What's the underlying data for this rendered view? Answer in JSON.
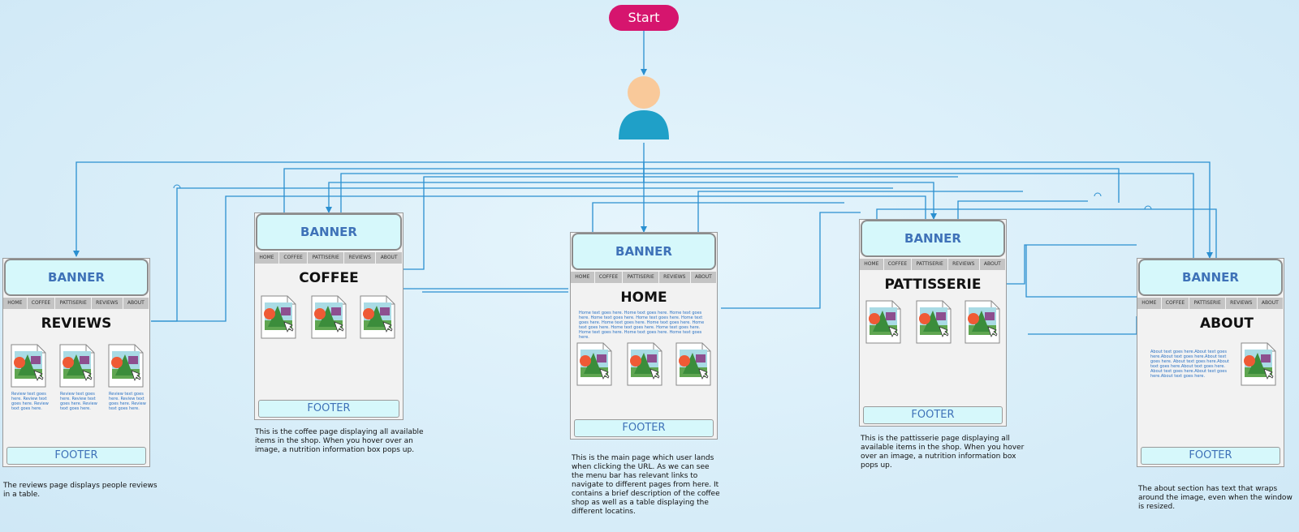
{
  "start_label": "Start",
  "nav_items": [
    "HOME",
    "COFFEE",
    "PATTISERIE",
    "REVIEWS",
    "ABOUT"
  ],
  "colors": {
    "connector": "#2a8fd0",
    "start": "#d6156e",
    "banner": "#d6f8fb",
    "banner_text": "#3f72b8",
    "user": "#1fa0c8",
    "skin": "#f9c99a"
  },
  "pages": {
    "reviews": {
      "banner": "BANNER",
      "title": "REVIEWS",
      "footer": "FOOTER",
      "captions": [
        "Review text goes here. Review text goes here. Review text goes here.",
        "Review text goes here. Review text goes here. Review text goes here.",
        "Review text goes here. Review text goes here. Review text goes here."
      ],
      "description": "The reviews page displays people reviews in a table."
    },
    "coffee": {
      "banner": "BANNER",
      "title": "COFFEE",
      "footer": "FOOTER",
      "description": "This is the coffee page displaying all available items in the shop. When you hover over an image, a nutrition information box pops up."
    },
    "home": {
      "banner": "BANNER",
      "title": "HOME",
      "footer": "FOOTER",
      "body": "Home text goes here. Home text goes here. Home text goes here. Home text goes here. Home text goes here. Home text goes here. Home text goes here. Home text goes here. Home text goes here. Home text goes here. Home text goes here. Home text goes here. Home text goes here. Home text goes here.",
      "description": "This is the main page which user lands when clicking the URL. As we can see the menu bar has relevant links to navigate to different pages from here. It contains a brief description of the coffee shop as well as a table displaying the different locatins."
    },
    "pattisserie": {
      "banner": "BANNER",
      "title": "PATTISSERIE",
      "footer": "FOOTER",
      "description": "This is the pattisserie page displaying all available items in the shop. When you hover over an image, a nutrition information box pops up."
    },
    "about": {
      "banner": "BANNER",
      "title": "ABOUT",
      "footer": "FOOTER",
      "body": "About text goes here.About text goes here.About text goes here.About text goes here. About text goes here.About text goes here.About text goes here. About text goes here.About text goes here.About text goes here.",
      "description": "The about section has text that wraps around the image, even when the window is resized."
    }
  }
}
